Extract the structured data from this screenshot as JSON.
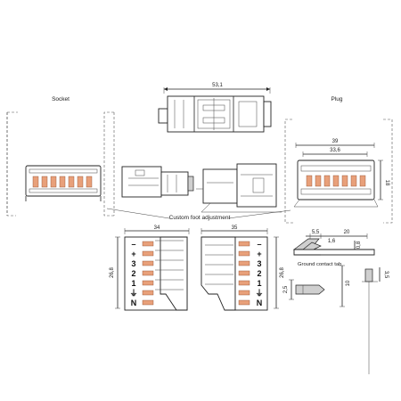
{
  "labels": {
    "socket": "Socket",
    "plug": "Plug",
    "custom_foot": "Custom foot adjustment",
    "ground_tab": "Ground contact tab"
  },
  "dimensions": {
    "top_width": "53,1",
    "plug_width_outer": "39",
    "plug_width_inner": "33,6",
    "plug_height": "18",
    "socket_front_width": "34",
    "plug_front_width": "35",
    "front_height_left": "26,8",
    "front_height_right": "26,8",
    "tab_5_5": "5,5",
    "tab_20": "20",
    "tab_0_8": "0,8",
    "tab_1_6": "1,6",
    "tab_10": "10",
    "tab_2_5": "2,5",
    "tab_3_5": "3,5"
  },
  "pins": {
    "socket": [
      "–",
      "+",
      "3",
      "2",
      "1",
      "⏚",
      "N"
    ],
    "plug": [
      "–",
      "+",
      "3",
      "2",
      "1",
      "⏚",
      "N"
    ]
  },
  "colors": {
    "line": "#222222",
    "contact": "#e8a07a",
    "grey": "#cfcfcf"
  }
}
